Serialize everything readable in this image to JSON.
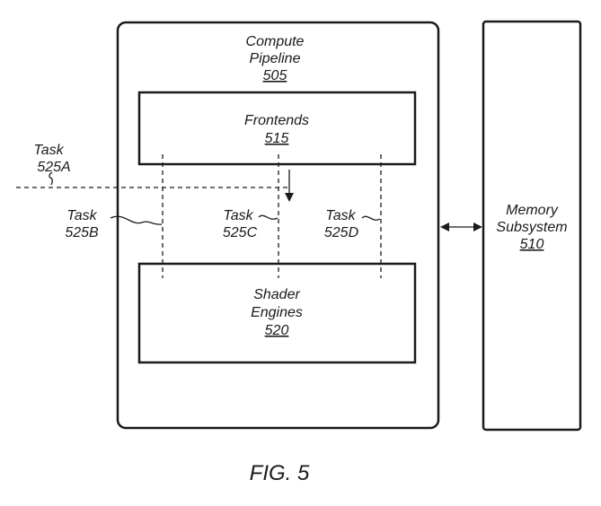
{
  "compute_pipeline": {
    "line1": "Compute",
    "line2": "Pipeline",
    "ref": "505"
  },
  "frontends": {
    "label": "Frontends",
    "ref": "515"
  },
  "shader_engines": {
    "line1": "Shader",
    "line2": "Engines",
    "ref": "520"
  },
  "memory_subsystem": {
    "line1": "Memory",
    "line2": "Subsystem",
    "ref": "510"
  },
  "tasks": [
    {
      "word": "Task",
      "ref": "525A"
    },
    {
      "word": "Task",
      "ref": "525B"
    },
    {
      "word": "Task",
      "ref": "525C"
    },
    {
      "word": "Task",
      "ref": "525D"
    }
  ],
  "figure_caption": "FIG. 5"
}
